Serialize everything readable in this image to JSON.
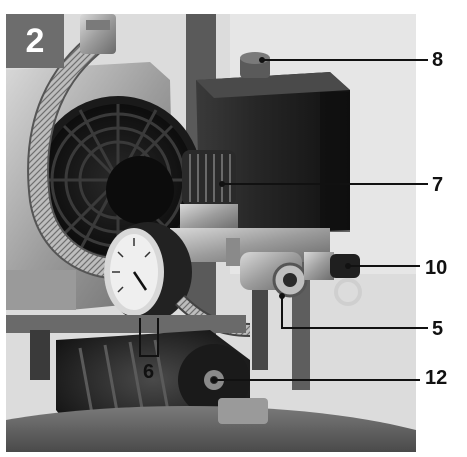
{
  "figure": {
    "number": "2",
    "badge_color": "#6d6d6d"
  },
  "callouts": [
    {
      "id": "8",
      "text": "8"
    },
    {
      "id": "7",
      "text": "7"
    },
    {
      "id": "10",
      "text": "10"
    },
    {
      "id": "5",
      "text": "5"
    },
    {
      "id": "12",
      "text": "12"
    },
    {
      "id": "6",
      "text": "6"
    }
  ]
}
